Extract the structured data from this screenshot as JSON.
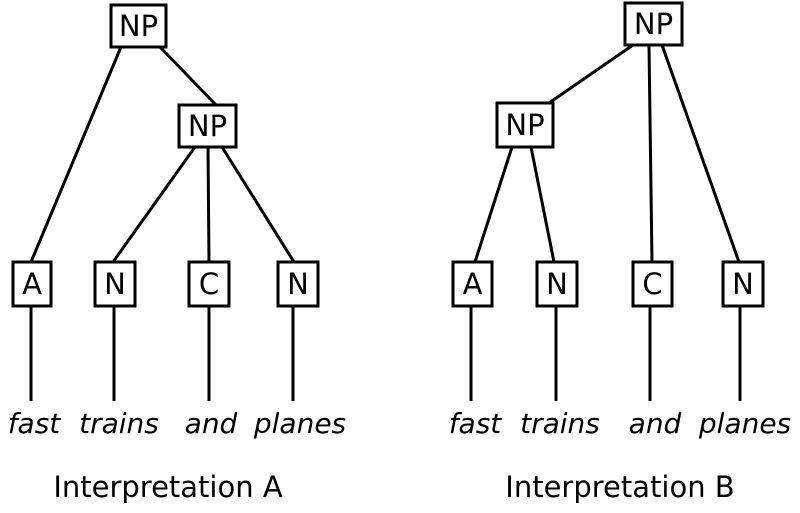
{
  "colors": {
    "ink": "#000000",
    "background": "#ffffff",
    "node_fill": "#ffffff"
  },
  "trees": [
    {
      "caption": "Interpretation A",
      "root_label": "NP",
      "inner_label": "NP",
      "leaves": [
        "A",
        "N",
        "C",
        "N"
      ],
      "words": [
        "fast",
        "trains",
        "and",
        "planes"
      ]
    },
    {
      "caption": "Interpretation B",
      "root_label": "NP",
      "inner_label": "NP",
      "leaves": [
        "A",
        "N",
        "C",
        "N"
      ],
      "words": [
        "fast",
        "trains",
        "and",
        "planes"
      ]
    }
  ]
}
